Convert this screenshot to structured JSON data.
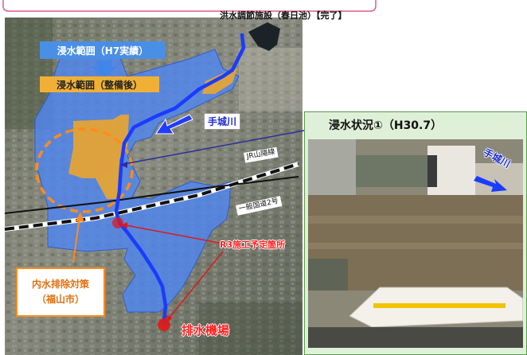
{
  "map": {
    "facility_label": "洪水調節施設（春日池）【完了】",
    "legend": [
      {
        "label": "浸水範囲（H7実績）",
        "color": "#4a8fe6",
        "text_color": "#ffffff"
      },
      {
        "label": "浸水範囲（整備後）",
        "color": "#f0b036",
        "text_color": "#222222"
      }
    ],
    "river_label": "手城川",
    "railway_label": "JR山陽線",
    "road_label": "一般国道2号",
    "construction_label": "R3施工予定箇所",
    "drainage_label": "内水排除対策\n（福山市）",
    "pump_station_label": "排水機場",
    "colors": {
      "flood_area": "#4f86f0",
      "improved_area": "#e8a530",
      "river": "#1a3cff",
      "accent_red": "#e01818",
      "orange": "#ff8c1a"
    }
  },
  "photo": {
    "title": "浸水状況①（H30.7）",
    "river_label": "手城川"
  }
}
